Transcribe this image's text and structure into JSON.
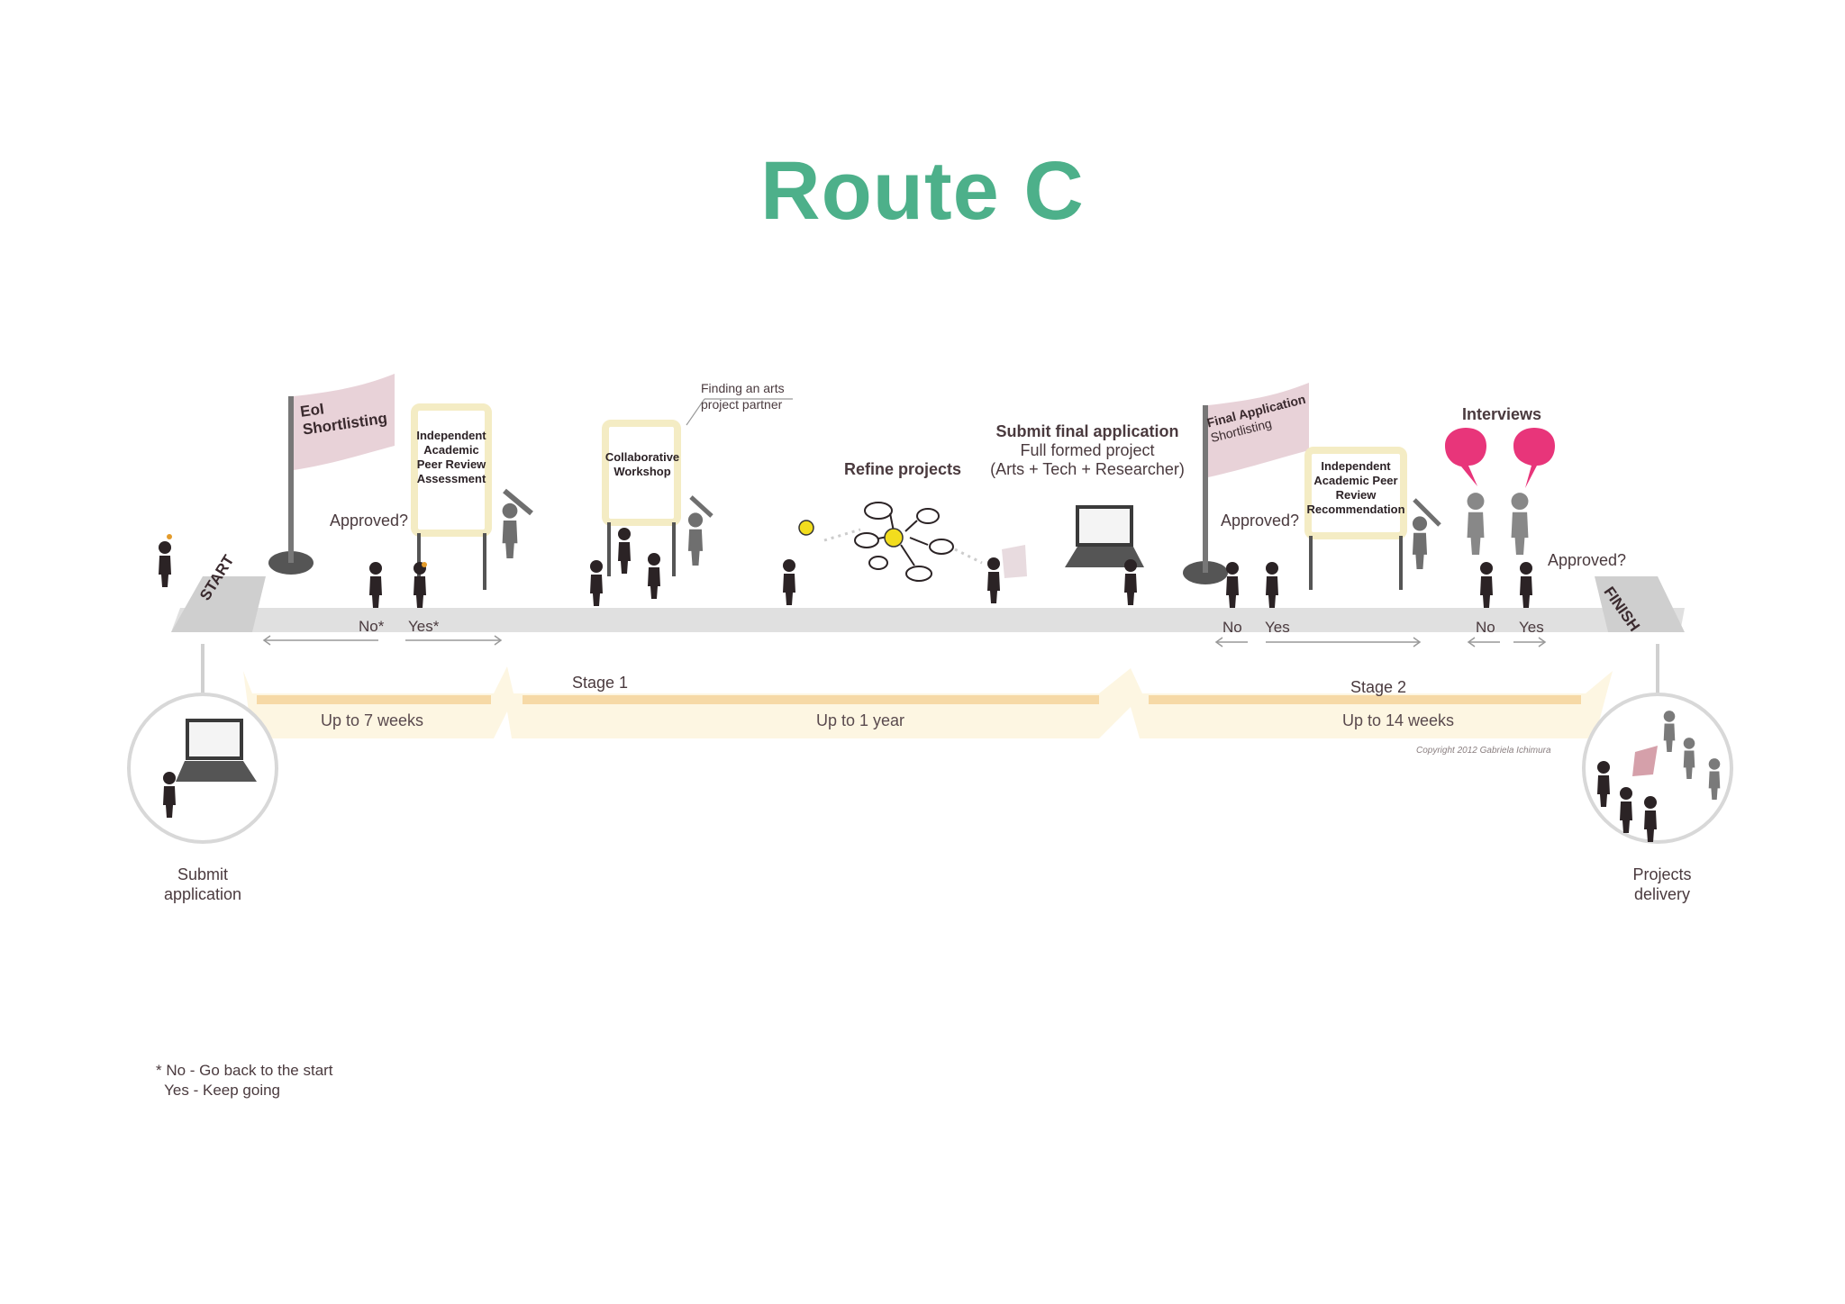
{
  "title": "Route C",
  "road": {
    "start": "START",
    "finish": "FINISH"
  },
  "flags": {
    "eoi": {
      "line1": "EoI",
      "line2": "Shortlisting"
    },
    "final": {
      "line1": "Final Application",
      "line2": "Shortlisting"
    }
  },
  "boards": {
    "assessment": "Independent Academic Peer Review Assessment",
    "workshop": "Collaborative Workshop",
    "recommendation": "Independent Academic Peer Review Recommendation"
  },
  "labels": {
    "approved_1": "Approved?",
    "approved_2": "Approved?",
    "approved_3": "Approved?",
    "no_1": "No*",
    "yes_1": "Yes*",
    "no_2": "No",
    "yes_2": "Yes",
    "no_3": "No",
    "yes_3": "Yes",
    "finding_partner_1": "Finding an arts",
    "finding_partner_2": "project partner",
    "refine_projects": "Refine projects",
    "submit_final_title": "Submit final application",
    "submit_final_line2": "Full formed project",
    "submit_final_line3": "(Arts + Tech + Researcher)",
    "interviews": "Interviews"
  },
  "stages": {
    "stage1": "Stage 1",
    "stage2": "Stage 2",
    "dur_7_weeks": "Up to 7 weeks",
    "dur_1_year": "Up to 1 year",
    "dur_14_weeks": "Up to 14 weeks"
  },
  "endpoints": {
    "submit_application": "Submit\napplication",
    "projects_delivery": "Projects\ndelivery"
  },
  "copyright": "Copyright 2012 Gabriela Ichimura",
  "footnote": "* No - Go back to the start\n  Yes - Keep going",
  "colors": {
    "title": "#4db08a",
    "figure_dark": "#2b2325",
    "figure_grey": "#6f6f6f",
    "road": "#dcdcdc",
    "flag": "#e4cdd3",
    "board_frame": "#f4ecc4",
    "timeline": "#f6d9a6",
    "speech": "#e8357a",
    "bulb": "#f2dd1e"
  }
}
